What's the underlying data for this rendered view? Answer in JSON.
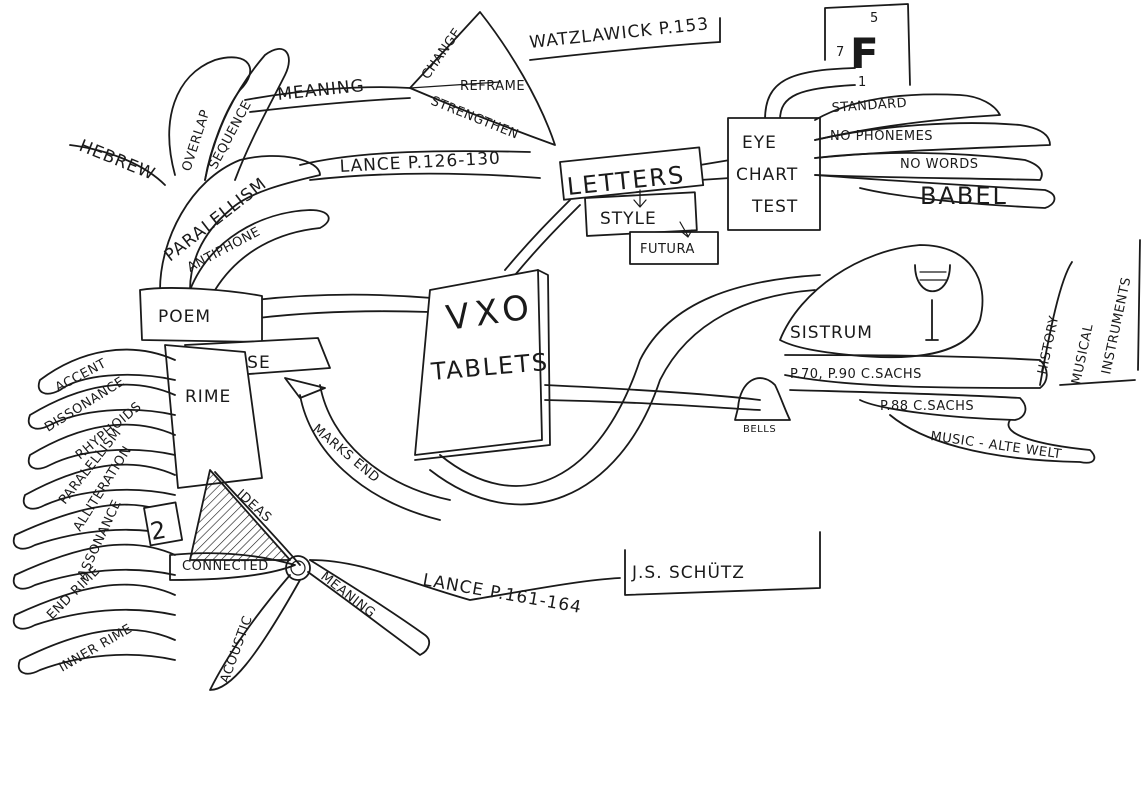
{
  "central": {
    "line1": "VXO",
    "line2": "TABLETS"
  },
  "top": {
    "watzlawick": "WATZLAWICK P.153",
    "meaning": "MEANING",
    "change": "CHANGE",
    "reframe": "REFRAME",
    "strengthen": "STRENGTHEN",
    "lance_126": "LANCE P.126-130"
  },
  "letters_branch": {
    "letters": "LETTERS",
    "style": "STYLE",
    "futura": "FUTURA"
  },
  "eye_chart": {
    "line1": "EYE",
    "line2": "CHART",
    "line3": "TEST",
    "f_letter": "F",
    "f_num_left": "7",
    "f_num_top": "5",
    "f_num_bottom": "1",
    "standard": "STANDARD",
    "no_phonemes": "NO PHONEMES",
    "no_words": "NO WORDS",
    "babel": "BABEL"
  },
  "sistrum_branch": {
    "sistrum": "SISTRUM",
    "bells": "BELLS",
    "sachs1": "P.70, P.90   C.SACHS",
    "sachs2": "P.88   C.SACHS",
    "alte_welt": "MUSIC - ALTE WELT",
    "history": "HISTORY",
    "musical": "MUSICAL",
    "instruments": "INSTRUMENTS"
  },
  "poem_branch": {
    "hebrew": "HEBREW",
    "overlap": "OVERLAP",
    "sequence": "SEQUENCE",
    "parallelism": "PARALELLISM",
    "antiphone": "ANTIPHONE",
    "poem": "POEM",
    "verse": "VERSE",
    "rime": "RIME",
    "marks_end": "MARKS END"
  },
  "rime_list": [
    "ACCENT",
    "DISSONANCE",
    "RHYPHOIDS",
    "PARALELLISM",
    "ALLITERATION",
    "ASSONANCE",
    "END RIME",
    "INNER RIME"
  ],
  "ideas_branch": {
    "number": "2",
    "ideas": "IDEAS",
    "connected": "CONNECTED",
    "acoustic": "ACOUSTIC",
    "meaning": "MEANING",
    "lance_161": "LANCE P.161-164",
    "schutz": "J.S. SCHÜTZ"
  }
}
